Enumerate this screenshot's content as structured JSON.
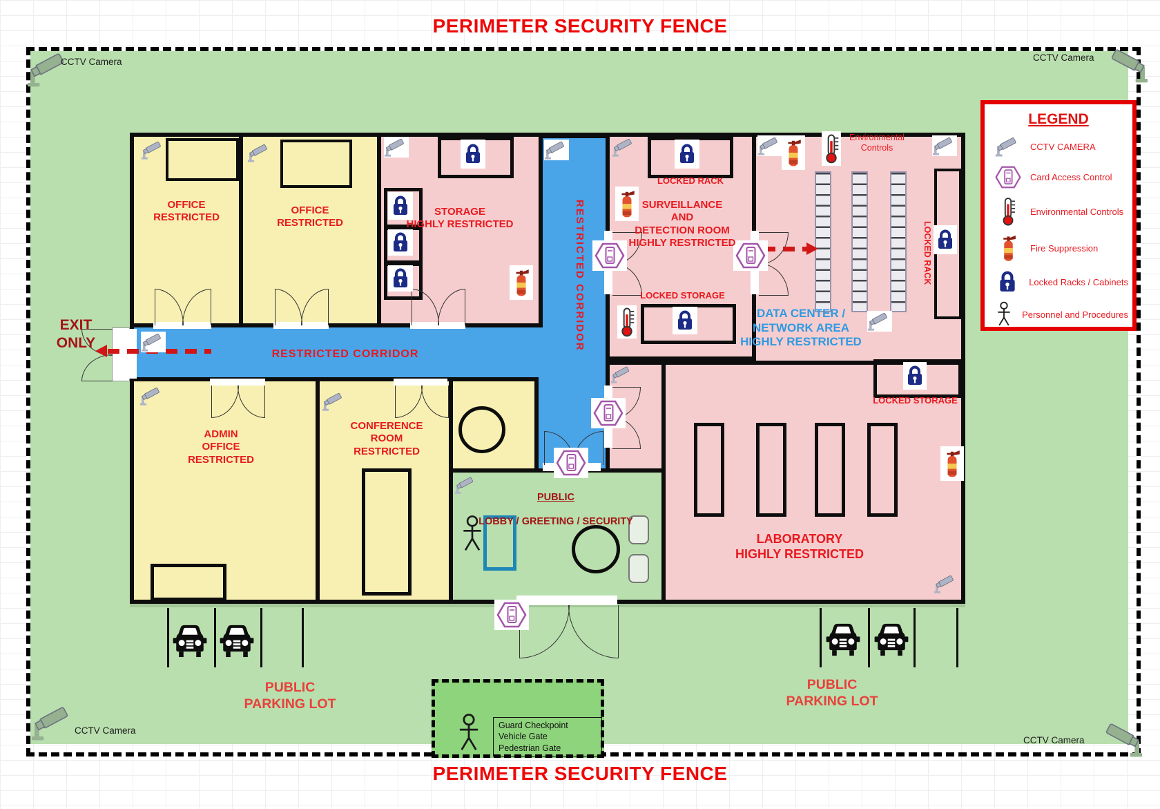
{
  "titles": {
    "top": "PERIMETER SECURITY FENCE",
    "bottom": "PERIMETER SECURITY FENCE"
  },
  "corners": {
    "tl": "CCTV Camera",
    "tr": "CCTV Camera",
    "bl": "CCTV Camera",
    "br": "CCTV Camera"
  },
  "rooms": {
    "office1": "OFFICE\nRESTRICTED",
    "office2": "OFFICE\nRESTRICTED",
    "storage": "STORAGE\nHIGHLY RESTRICTED",
    "surveillance": "SURVEILLANCE\nAND\nDETECTION ROOM\nHIGHLY RESTRICTED",
    "data_center": "DATA CENTER /\nNETWORK AREA\nHIGHLY RESTRICTED",
    "admin": "ADMIN\nOFFICE\nRESTRICTED",
    "conference": "CONFERENCE\nROOM\nRESTRICTED",
    "laboratory": "LABORATORY\nHIGHLY RESTRICTED",
    "lobby_title": "PUBLIC",
    "lobby_sub": "LOBBY / GREETING / SECURITY",
    "corridor_h": "RESTRICTED CORRIDOR",
    "corridor_v": "RESTRICTED CORRIDOR",
    "exit": "EXIT\nONLY"
  },
  "annotations": {
    "locked_rack_surv": "LOCKED RACK",
    "locked_storage_surv": "LOCKED STORAGE",
    "locked_storage_lab": "LOCKED STORAGE",
    "locked_rack_dc": "LOCKED RACK",
    "env_controls": "Environmental\nControls",
    "parking_left": "PUBLIC\nPARKING LOT",
    "parking_right": "PUBLIC\nPARKING LOT",
    "guard": "Guard Checkpoint\nVehicle Gate\nPedestrian Gate"
  },
  "legend": {
    "title": "LEGEND",
    "items": [
      {
        "icon": "cctv-camera-icon",
        "label": "CCTV CAMERA"
      },
      {
        "icon": "card-access-icon",
        "label": "Card Access Control"
      },
      {
        "icon": "environmental-controls-icon",
        "label": "Environmental Controls"
      },
      {
        "icon": "fire-suppression-icon",
        "label": "Fire Suppression"
      },
      {
        "icon": "locked-rack-icon",
        "label": "Locked Racks / Cabinets"
      },
      {
        "icon": "personnel-icon",
        "label": "Personnel and Procedures"
      }
    ]
  },
  "palette": {
    "wall": "#0d0d0d",
    "office_yellow": "#f7f0b2",
    "restricted_pink": "#f6cdce",
    "corridor_blue": "#4aa4e8",
    "campus_green": "#b9dfae",
    "checkpoint_green": "#8ed47c",
    "alert_red": "#e8191f",
    "data_center_blue": "#2f9ae3",
    "legend_border": "#e60000",
    "lock_blue": "#1b2b86",
    "card_purple": "#a455aa"
  }
}
